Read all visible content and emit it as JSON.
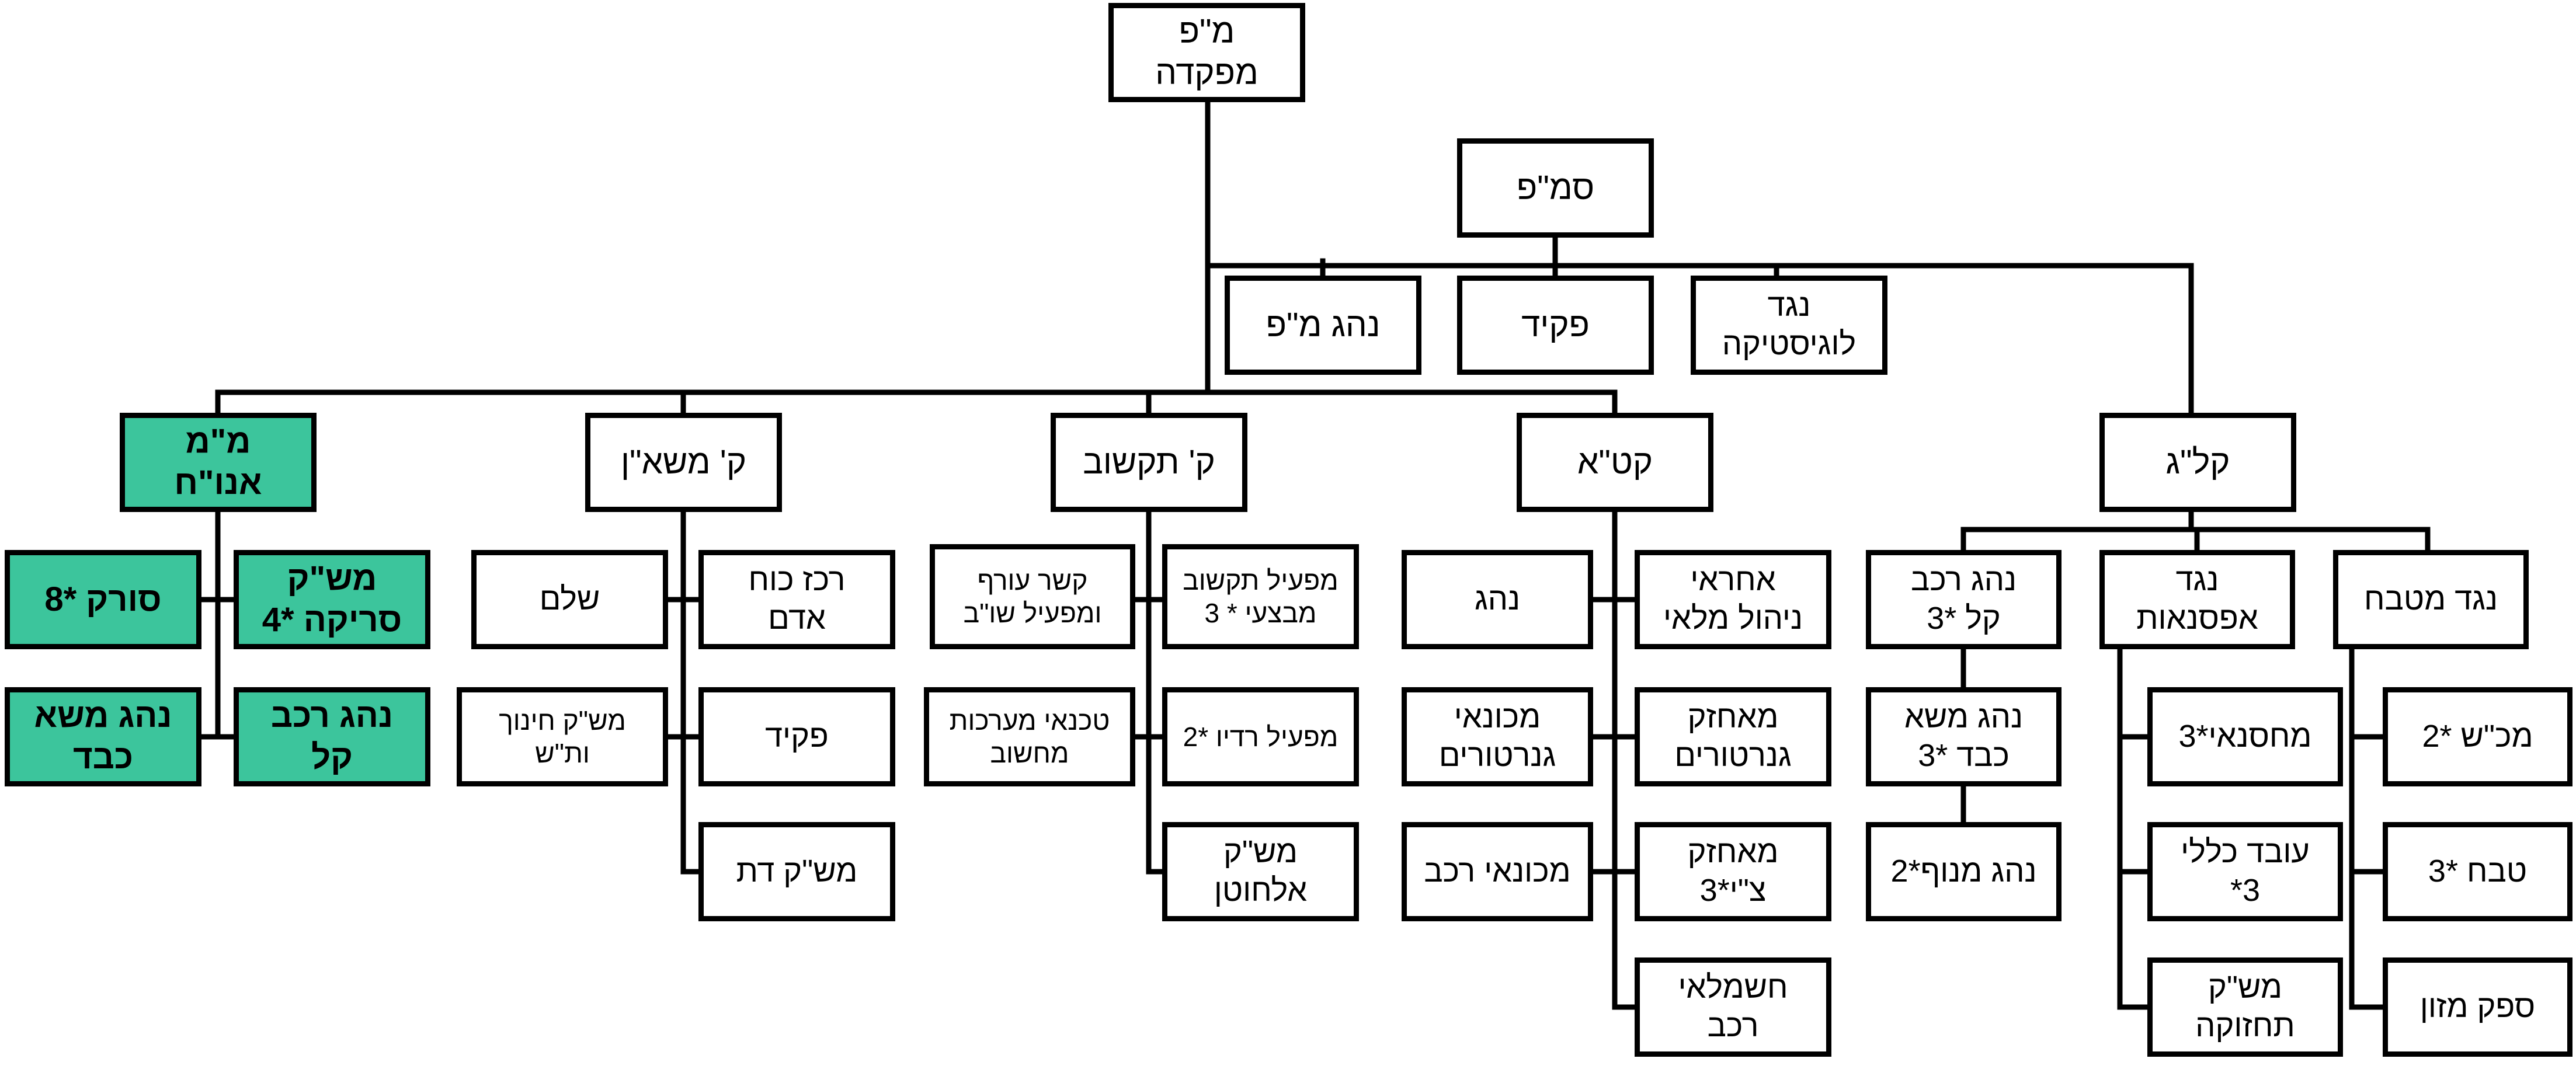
{
  "colors": {
    "line": "#000000",
    "box_border": "#000000",
    "box_fill": "#ffffff",
    "highlight_fill": "#3cc59c"
  },
  "nodes": {
    "root": "מ\"פ\nמפקדה",
    "deputy": "סמ\"פ",
    "driver_mp": "נהג מ\"פ",
    "clerk_hq": "פקיד",
    "log_nco": "נגד\nלוגיסטיקה",
    "nuclear_officer": "מ\"מ\nאנו\"ח",
    "personnel_officer": "ק' משא\"ן",
    "comm_officer": "ק' תקשוב",
    "tech_officer": "קט\"א",
    "supply_officer": "קל\"ג",
    "scan_nco": "מש\"ק\nסריקה *4",
    "scanner": "סורק *8",
    "light_driver_green": "נהג רכב\nקל",
    "heavy_driver_green": "נהג משא\nכבד",
    "manpower_center": "רכז כוח\nאדם",
    "payroll": "שלם",
    "personnel_clerk": "פקיד",
    "education_nco": "מש\"ק חינוך\nות\"ש",
    "religion_nco": "מש\"ק דת",
    "comm_operator": "מפעיל תקשוב\nמבצעי * 3",
    "rear_comm": "קשר עורף\nומפעיל שו\"ב",
    "radio_operator": "מפעיל רדיו *2",
    "it_tech": "טכנאי מערכות\nמחשוב",
    "wireless_nco": "מש\"ק\nאלחוטן",
    "inventory_mgr": "אחראי\nניהול מלאי",
    "driver": "נהג",
    "generator_maint": "מאחזק\nגנרטורים",
    "generator_mech": "מכונאי\nגנרטורים",
    "equipment_maint": "מאחזק\nצ\"י*3",
    "vehicle_mech": "מכונאי רכב",
    "vehicle_electrician": "חשמלאי\nרכב",
    "light_driver": "נהג רכב\nקל *3",
    "supply_nco": "נגד\nאפסנאות",
    "kitchen_nco": "נגד מטבח",
    "heavy_driver": "נהג משא\nכבד *3",
    "forklift_driver": "נהג מנוף*2",
    "storekeeper": "מחסנאי*3",
    "general_worker": "עובד כללי\n3*",
    "maintenance_nco": "מש\"ק\nתחזוקה",
    "kitchen_staff": "מכ\"ש *2",
    "cook": "טבח *3",
    "food_supplier": "ספק מזון"
  }
}
